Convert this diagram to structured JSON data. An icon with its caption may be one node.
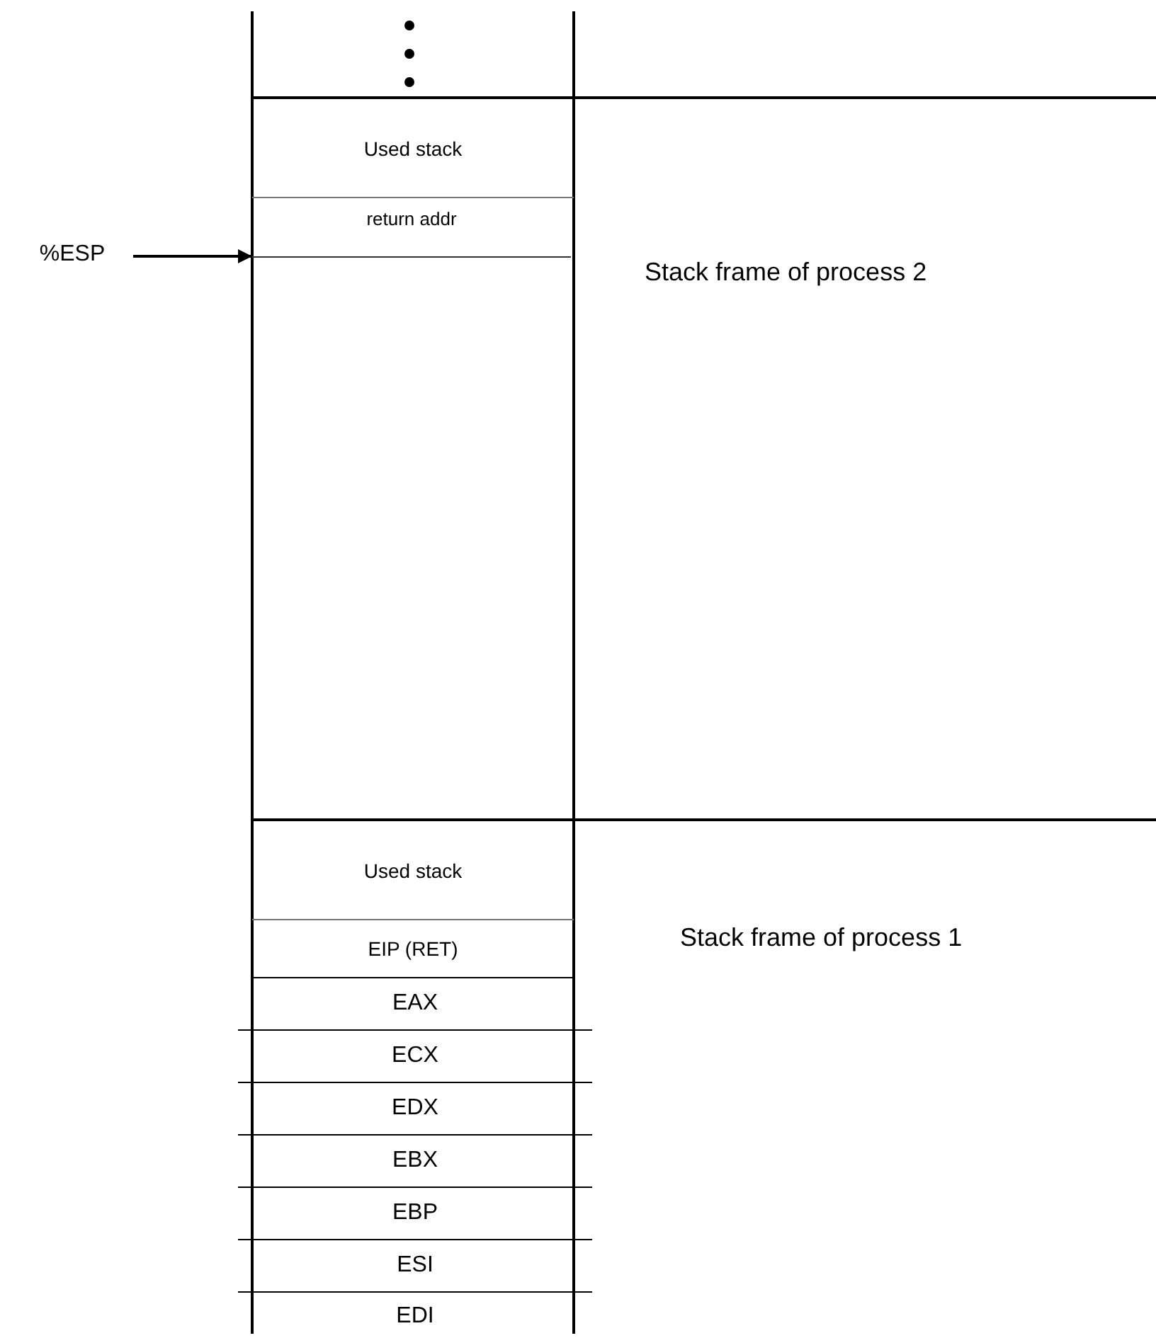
{
  "diagram": {
    "nodes": [
      {
        "text": [
          "Stack frame of process 2"
        ]
      },
      {
        "text": [
          "Used stack"
        ],
        "in": 0
      },
      {
        "text": [
          "return addr"
        ],
        "in": 0
      },
      {
        "text": [
          "%ESP"
        ]
      },
      {
        "text": [
          "Stack frame of process 1"
        ]
      },
      {
        "text": [
          "Used stack"
        ],
        "in": 4
      },
      {
        "text": [
          "EIP (RET)"
        ],
        "in": 4
      },
      {
        "text": [
          "EAX"
        ],
        "in": 4
      },
      {
        "text": [
          "ECX"
        ],
        "in": 4
      },
      {
        "text": [
          "EDX"
        ],
        "in": 4
      },
      {
        "text": [
          "EBX"
        ],
        "in": 4
      },
      {
        "text": [
          "EBP"
        ],
        "in": 4
      },
      {
        "text": [
          "ESI"
        ],
        "in": 4
      },
      {
        "text": [
          "EDI"
        ],
        "in": 4
      }
    ],
    "edges": [
      {
        "from": 3,
        "to": 2,
        "arrow": "to"
      }
    ]
  }
}
